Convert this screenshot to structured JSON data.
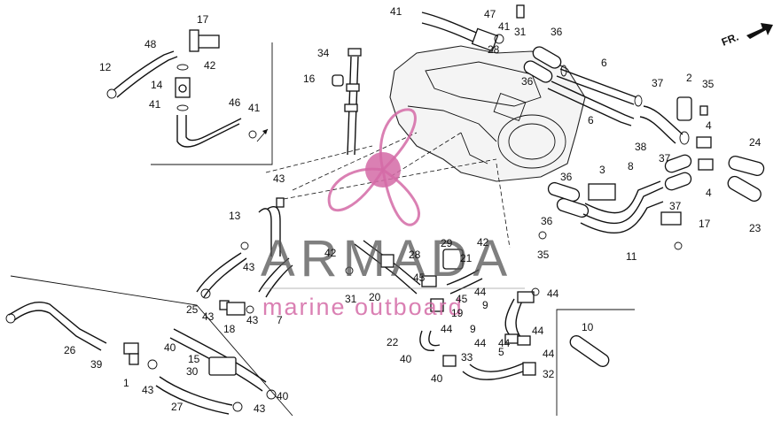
{
  "watermark": {
    "brand": "ARMADA",
    "tagline": "marine outboard",
    "logo_color": "#d46aa6"
  },
  "direction_label": "FR.",
  "callouts": [
    {
      "id": "c17a",
      "text": "17"
    },
    {
      "id": "c48",
      "text": "48"
    },
    {
      "id": "c12",
      "text": "12"
    },
    {
      "id": "c42a",
      "text": "42"
    },
    {
      "id": "c14",
      "text": "14"
    },
    {
      "id": "c41a",
      "text": "41"
    },
    {
      "id": "c46",
      "text": "46"
    },
    {
      "id": "c41b",
      "text": "41"
    },
    {
      "id": "c34",
      "text": "34"
    },
    {
      "id": "c16",
      "text": "16"
    },
    {
      "id": "c41c",
      "text": "41"
    },
    {
      "id": "c47",
      "text": "47"
    },
    {
      "id": "c41d",
      "text": "41"
    },
    {
      "id": "c28a",
      "text": "28"
    },
    {
      "id": "c31a",
      "text": "31"
    },
    {
      "id": "c36a",
      "text": "36"
    },
    {
      "id": "c36b",
      "text": "36"
    },
    {
      "id": "c6a",
      "text": "6"
    },
    {
      "id": "c6b",
      "text": "6"
    },
    {
      "id": "c37a",
      "text": "37"
    },
    {
      "id": "c2",
      "text": "2"
    },
    {
      "id": "c35a",
      "text": "35"
    },
    {
      "id": "c38",
      "text": "38"
    },
    {
      "id": "c4a",
      "text": "4"
    },
    {
      "id": "c24",
      "text": "24"
    },
    {
      "id": "c37b",
      "text": "37"
    },
    {
      "id": "c4b",
      "text": "4"
    },
    {
      "id": "c3",
      "text": "3"
    },
    {
      "id": "c8",
      "text": "8"
    },
    {
      "id": "c36c",
      "text": "36"
    },
    {
      "id": "c36d",
      "text": "36"
    },
    {
      "id": "c37c",
      "text": "37"
    },
    {
      "id": "c17b",
      "text": "17"
    },
    {
      "id": "c23",
      "text": "23"
    },
    {
      "id": "c35b",
      "text": "35"
    },
    {
      "id": "c11",
      "text": "11"
    },
    {
      "id": "c43a",
      "text": "43"
    },
    {
      "id": "c13",
      "text": "13"
    },
    {
      "id": "c42b",
      "text": "42"
    },
    {
      "id": "c29",
      "text": "29"
    },
    {
      "id": "c42c",
      "text": "42"
    },
    {
      "id": "c21",
      "text": "21"
    },
    {
      "id": "c28b",
      "text": "28"
    },
    {
      "id": "c43b",
      "text": "43"
    },
    {
      "id": "c45a",
      "text": "45"
    },
    {
      "id": "c31b",
      "text": "31"
    },
    {
      "id": "c20",
      "text": "20"
    },
    {
      "id": "c25",
      "text": "25"
    },
    {
      "id": "c43c",
      "text": "43"
    },
    {
      "id": "c43d",
      "text": "43"
    },
    {
      "id": "c18",
      "text": "18"
    },
    {
      "id": "c7",
      "text": "7"
    },
    {
      "id": "c44a",
      "text": "44"
    },
    {
      "id": "c45b",
      "text": "45"
    },
    {
      "id": "c9a",
      "text": "9"
    },
    {
      "id": "c44b",
      "text": "44"
    },
    {
      "id": "c19",
      "text": "19"
    },
    {
      "id": "c9b",
      "text": "9"
    },
    {
      "id": "c44c",
      "text": "44"
    },
    {
      "id": "c44d",
      "text": "44"
    },
    {
      "id": "c44e",
      "text": "44"
    },
    {
      "id": "c44f",
      "text": "44"
    },
    {
      "id": "c5",
      "text": "5"
    },
    {
      "id": "c44g",
      "text": "44"
    },
    {
      "id": "c22",
      "text": "22"
    },
    {
      "id": "c40a",
      "text": "40"
    },
    {
      "id": "c33",
      "text": "33"
    },
    {
      "id": "c40b",
      "text": "40"
    },
    {
      "id": "c32",
      "text": "32"
    },
    {
      "id": "c10",
      "text": "10"
    },
    {
      "id": "c26",
      "text": "26"
    },
    {
      "id": "c39",
      "text": "39"
    },
    {
      "id": "c40c",
      "text": "40"
    },
    {
      "id": "c15",
      "text": "15"
    },
    {
      "id": "c1",
      "text": "1"
    },
    {
      "id": "c30",
      "text": "30"
    },
    {
      "id": "c43e",
      "text": "43"
    },
    {
      "id": "c40d",
      "text": "40"
    },
    {
      "id": "c27",
      "text": "27"
    },
    {
      "id": "c43f",
      "text": "43"
    }
  ]
}
